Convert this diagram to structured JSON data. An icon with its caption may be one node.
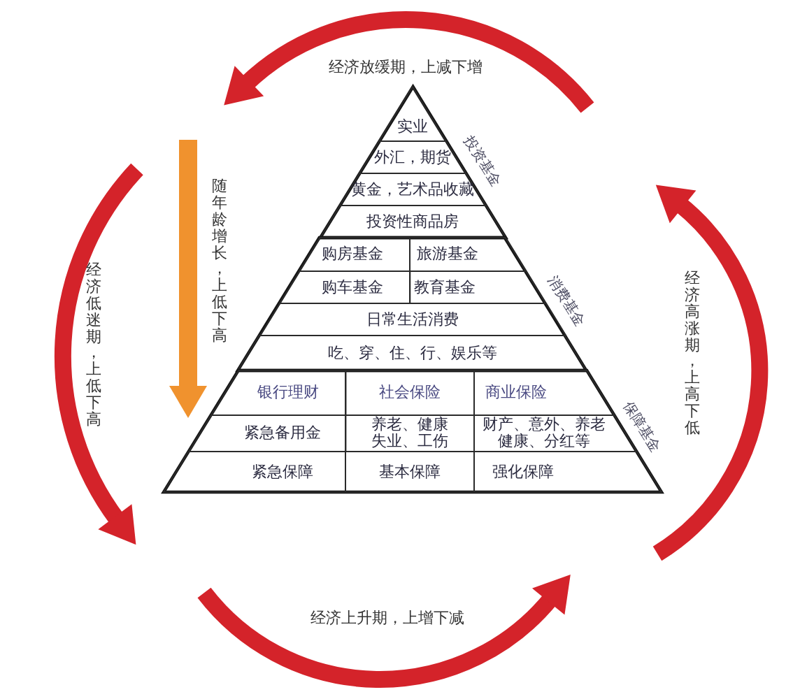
{
  "diagram": {
    "nodes": [
      {
        "text": [
          "投资基金"
        ]
      },
      {
        "text": [
          "实业"
        ],
        "in": 0
      },
      {
        "text": [
          "外汇，期货"
        ],
        "in": 0
      },
      {
        "text": [
          "黄金，艺术品收藏"
        ],
        "in": 0
      },
      {
        "text": [
          "投资性商品房"
        ],
        "in": 0
      },
      {
        "text": [
          "消费基金"
        ]
      },
      {
        "text": [
          "购房基金"
        ],
        "in": 5
      },
      {
        "text": [
          "旅游基金"
        ],
        "in": 5
      },
      {
        "text": [
          "购车基金"
        ],
        "in": 5
      },
      {
        "text": [
          "教育基金"
        ],
        "in": 5
      },
      {
        "text": [
          "日常生活消费"
        ],
        "in": 5
      },
      {
        "text": [
          "吃、穿、住、行、娱乐等"
        ],
        "in": 5
      },
      {
        "text": [
          "保障基金"
        ]
      },
      {
        "text": [
          "银行理财"
        ],
        "in": 12
      },
      {
        "text": [
          "社会保险"
        ],
        "in": 12
      },
      {
        "text": [
          "商业保险"
        ],
        "in": 12
      },
      {
        "text": [
          "紧急备用金"
        ],
        "in": 12
      },
      {
        "text": [
          "养老、健康失业、工伤"
        ],
        "in": 12
      },
      {
        "text": [
          "财产、意外、养老健康、分红等"
        ],
        "in": 12
      },
      {
        "text": [
          "紧急保障"
        ],
        "in": 12
      },
      {
        "text": [
          "基本保障"
        ],
        "in": 12
      },
      {
        "text": [
          "强化保障"
        ],
        "in": 12
      }
    ],
    "labels": [
      "经济放缓期，上减下增",
      "随年龄增长，上低下高",
      "经济低迷期，上低下高",
      "经济高涨期，上高下低",
      "经济上升期，上增下减"
    ]
  }
}
